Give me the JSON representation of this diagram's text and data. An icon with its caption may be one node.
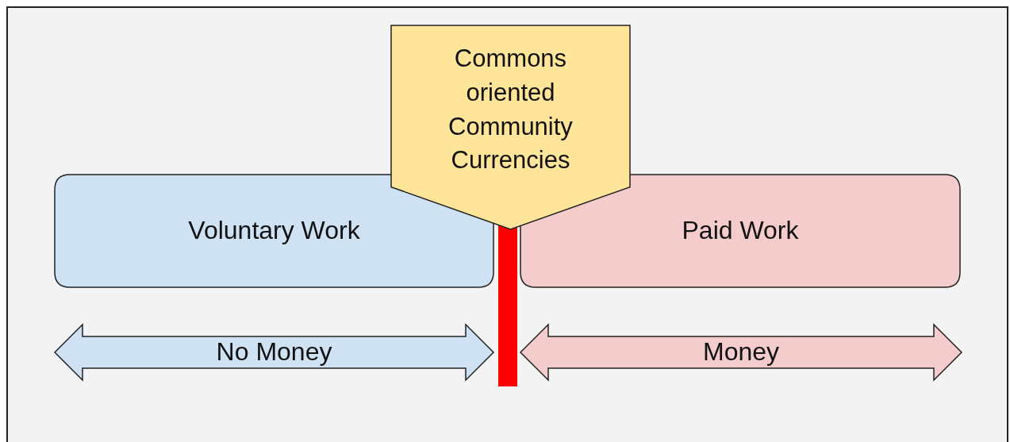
{
  "diagram": {
    "nodes": [
      {
        "text": [
          "Commons oriented Community Currencies"
        ]
      },
      {
        "text": [
          "Voluntary Work"
        ]
      },
      {
        "text": [
          "Paid Work"
        ]
      },
      {
        "text": [
          "No Money"
        ]
      },
      {
        "text": [
          "Money"
        ]
      },
      {
        "text": [],
        "shape": "bar"
      }
    ]
  }
}
